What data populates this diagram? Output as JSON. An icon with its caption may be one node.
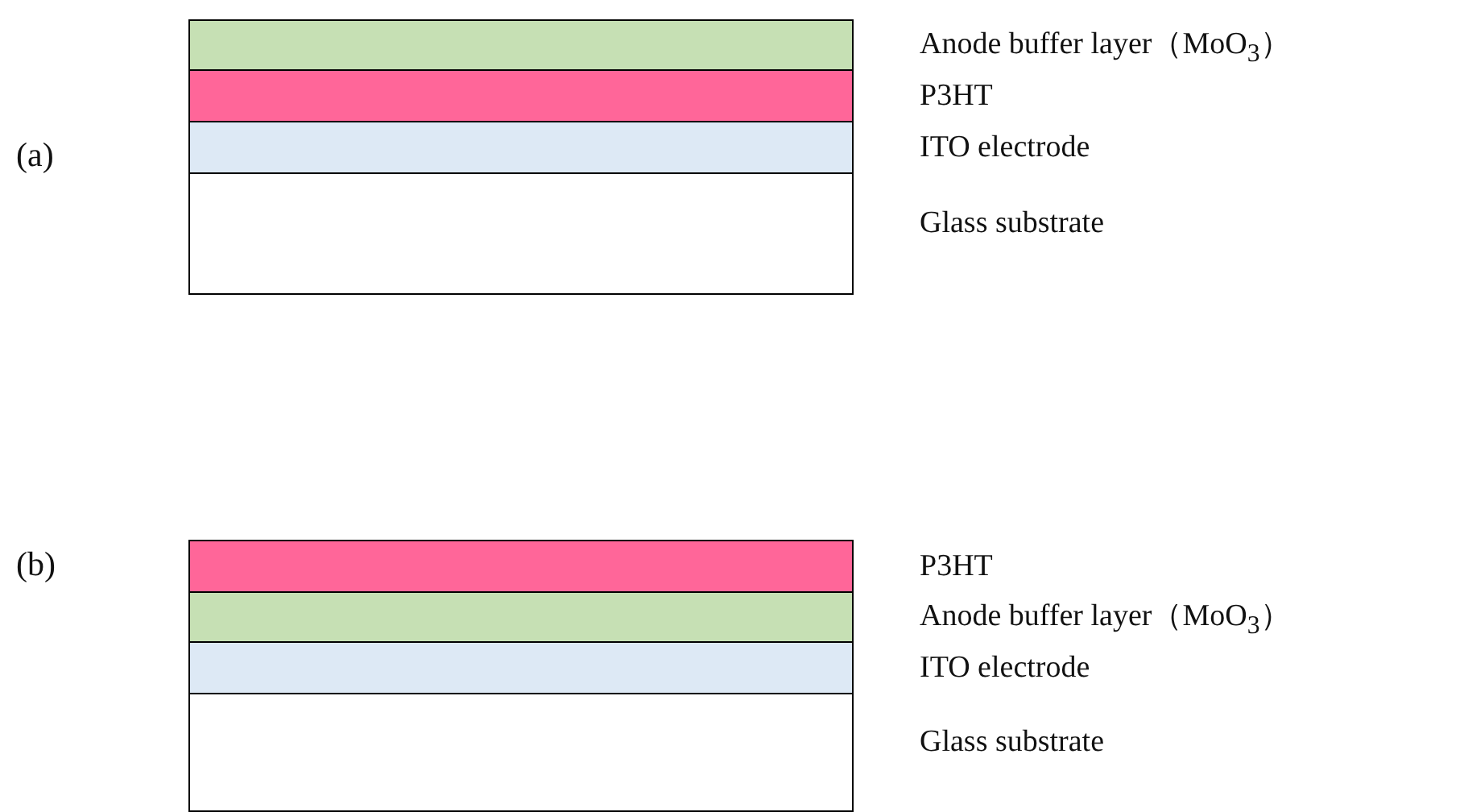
{
  "diagram": {
    "nodes": [
      {
        "text": [],
        "shape": "bar",
        "beside": [
          "Anode buffer layer（MoO$_{3}$）"
        ]
      },
      {
        "text": [],
        "shape": "bar",
        "beside": [
          "P3HT"
        ]
      },
      {
        "text": [],
        "shape": "bar",
        "beside": [
          "ITO electrode"
        ]
      },
      {
        "text": [],
        "shape": "box",
        "beside": [
          "Glass substrate"
        ]
      },
      {
        "text": [],
        "shape": "bar",
        "beside": [
          "P3HT"
        ]
      },
      {
        "text": [],
        "shape": "bar",
        "beside": [
          "Anode buffer layer（MoO$_{3}$）"
        ]
      },
      {
        "text": [],
        "shape": "bar",
        "beside": [
          "ITO electrode"
        ]
      },
      {
        "text": [],
        "shape": "box",
        "beside": [
          "Glass substrate"
        ]
      }
    ],
    "edges": [],
    "labels": [
      "(a)",
      "(b)"
    ]
  }
}
